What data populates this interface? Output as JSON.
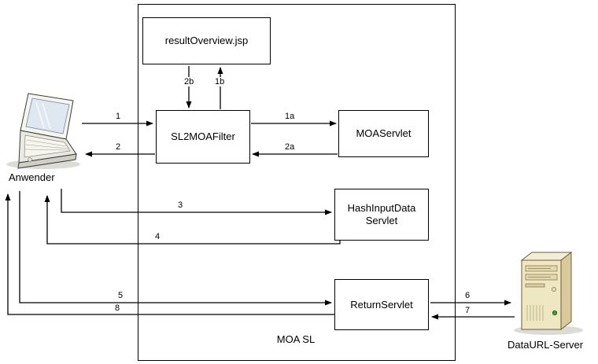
{
  "diagram": {
    "container_label": "MOA SL",
    "actors": {
      "user": {
        "label": "Anwender"
      },
      "server": {
        "label": "DataURL-Server"
      }
    },
    "nodes": {
      "result_overview": {
        "label": "resultOverview.jsp"
      },
      "sl2moa_filter": {
        "label": "SL2MOAFilter"
      },
      "moa_servlet": {
        "label": "MOAServlet"
      },
      "hash_input_data_servlet": {
        "label": "HashInputData Servlet"
      },
      "return_servlet": {
        "label": "ReturnServlet"
      }
    },
    "arrows": {
      "a1": {
        "label": "1"
      },
      "a2": {
        "label": "2"
      },
      "a1a": {
        "label": "1a"
      },
      "a2a": {
        "label": "2a"
      },
      "a1b": {
        "label": "1b"
      },
      "a2b": {
        "label": "2b"
      },
      "a3": {
        "label": "3"
      },
      "a4": {
        "label": "4"
      },
      "a5": {
        "label": "5"
      },
      "a6": {
        "label": "6"
      },
      "a7": {
        "label": "7"
      },
      "a8": {
        "label": "8"
      }
    },
    "colors": {
      "line": "#000000",
      "box_border": "#000000",
      "box_fill": "#ffffff",
      "server_body": "#efe6c2",
      "server_led": "#37a037",
      "laptop_screen": "#dfe8f1"
    }
  }
}
